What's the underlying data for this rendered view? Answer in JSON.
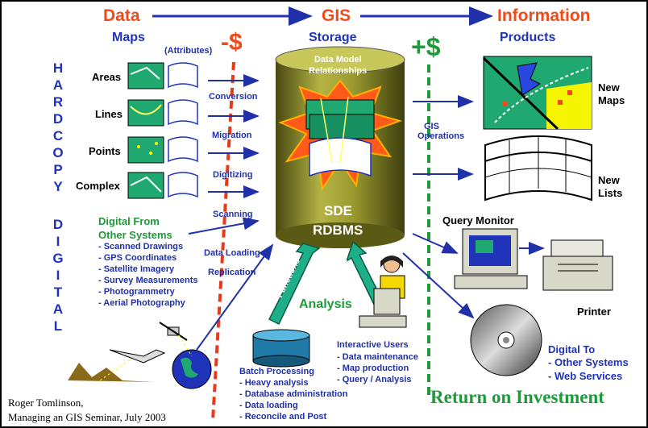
{
  "header": {
    "data": "Data",
    "gis": "GIS",
    "information": "Information",
    "maps": "Maps",
    "storage": "Storage",
    "products": "Products"
  },
  "side_vertical": {
    "hardcopy": "HARDCOPY",
    "digital": "DIGITAL"
  },
  "cost": {
    "minus": "-$",
    "plus": "+$"
  },
  "inputs": {
    "attributes": "(Attributes)",
    "items": [
      "Areas",
      "Lines",
      "Points",
      "Complex"
    ]
  },
  "processes": [
    "Conversion",
    "Migration",
    "Digitizing",
    "Scanning",
    "Data Loading",
    "Replication"
  ],
  "digital_from": {
    "title_line1": "Digital From",
    "title_line2": "Other Systems",
    "items": [
      "- Scanned Drawings",
      "- GPS Coordinates",
      "- Satellite Imagery",
      "- Survey Measurements",
      "- Photogrammetry",
      "- Aerial Photography"
    ]
  },
  "storage": {
    "data_model_line1": "Data Model",
    "data_model_line2": "Relationships",
    "sde": "SDE",
    "rdbms": "RDBMS",
    "gis_ops_line1": "GIS",
    "gis_ops_line2": "Operations"
  },
  "analysis": {
    "title": "Analysis",
    "functions": "Functions",
    "interactive": "Interactive"
  },
  "batch": {
    "title": "Batch Processing",
    "items": [
      "- Heavy analysis",
      "- Database administration",
      "- Data loading",
      "- Reconcile and Post"
    ]
  },
  "interactive_users": {
    "title": "Interactive Users",
    "items": [
      "- Data maintenance",
      "- Map production",
      "- Query / Analysis"
    ]
  },
  "products": {
    "new_maps_line1": "New",
    "new_maps_line2": "Maps",
    "new_lists_line1": "New",
    "new_lists_line2": "Lists",
    "query_monitor": "Query Monitor",
    "printer": "Printer",
    "digital_to_title": "Digital To",
    "digital_to_items": [
      "- Other Systems",
      "- Web Services"
    ]
  },
  "roi": "Return on Investment",
  "credit": {
    "line1": "Roger Tomlinson,",
    "line2": "Managing an GIS Seminar, July 2003"
  },
  "colors": {
    "orange": "#f04a1a",
    "blue": "#1f33b8",
    "green": "#1f9a3a",
    "olive": "#8a8a2a",
    "map_green": "#1fa870"
  }
}
